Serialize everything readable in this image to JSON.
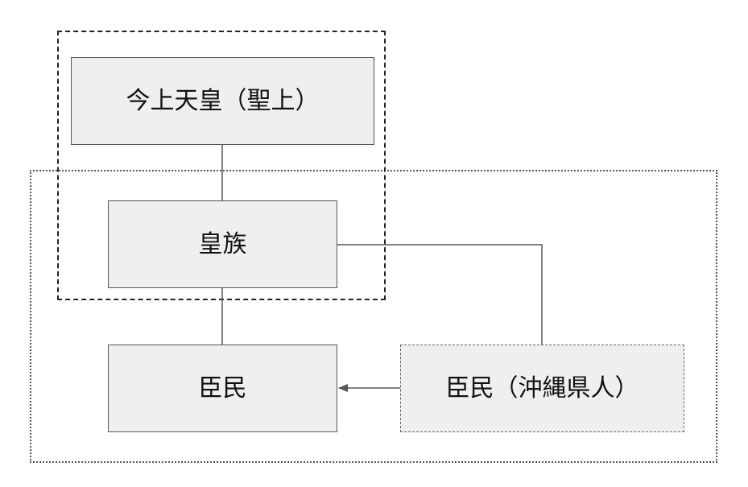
{
  "diagram": {
    "nodes": {
      "emperor": "今上天皇（聖上）",
      "imperial_family": "皇族",
      "subjects": "臣民",
      "okinawan_subjects": "臣民（沖縄県人）"
    },
    "edges": [
      {
        "from": "emperor",
        "to": "imperial_family",
        "style": "solid",
        "arrow": false
      },
      {
        "from": "imperial_family",
        "to": "subjects",
        "style": "solid",
        "arrow": false
      },
      {
        "from": "imperial_family",
        "to": "okinawan_subjects",
        "style": "solid",
        "arrow": false
      },
      {
        "from": "okinawan_subjects",
        "to": "subjects",
        "style": "solid",
        "arrow": true
      }
    ],
    "groups": [
      {
        "members": [
          "emperor",
          "imperial_family"
        ],
        "border": "dashed"
      },
      {
        "members": [
          "imperial_family",
          "subjects",
          "okinawan_subjects"
        ],
        "border": "dotted"
      }
    ],
    "colors": {
      "node_fill": "#efefef",
      "node_border": "#555555",
      "connector": "#555555",
      "text": "#111111"
    }
  }
}
